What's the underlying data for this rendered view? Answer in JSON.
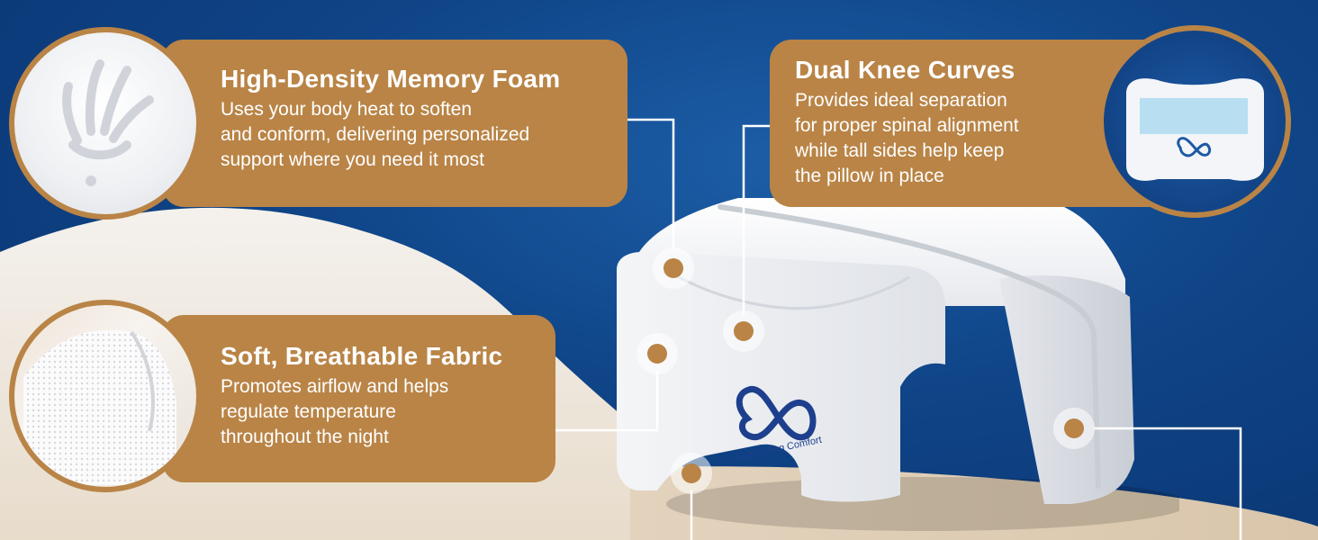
{
  "features": [
    {
      "title": "High-Density Memory Foam",
      "lines": [
        "Uses your body heat to soften",
        "and conform, delivering personalized",
        "support where you need it most"
      ]
    },
    {
      "title": "Dual Knee Curves",
      "lines": [
        "Provides ideal separation",
        "for proper spinal alignment",
        "while tall sides help keep",
        "the pillow in place"
      ]
    },
    {
      "title": "Soft, Breathable Fabric",
      "lines": [
        "Promotes airflow and helps",
        "regulate temperature",
        "throughout the night"
      ]
    }
  ],
  "icons": {
    "handprint": "handprint-in-foam-icon",
    "fabric": "mesh-fabric-closeup-icon",
    "pillow": "knee-pillow-thumbnail-icon"
  },
  "brand": {
    "logo_text": "Everlasting Comfort"
  },
  "colors": {
    "accent": "#b98446",
    "navy": "#0f4487",
    "cream": "#efe9e1"
  }
}
